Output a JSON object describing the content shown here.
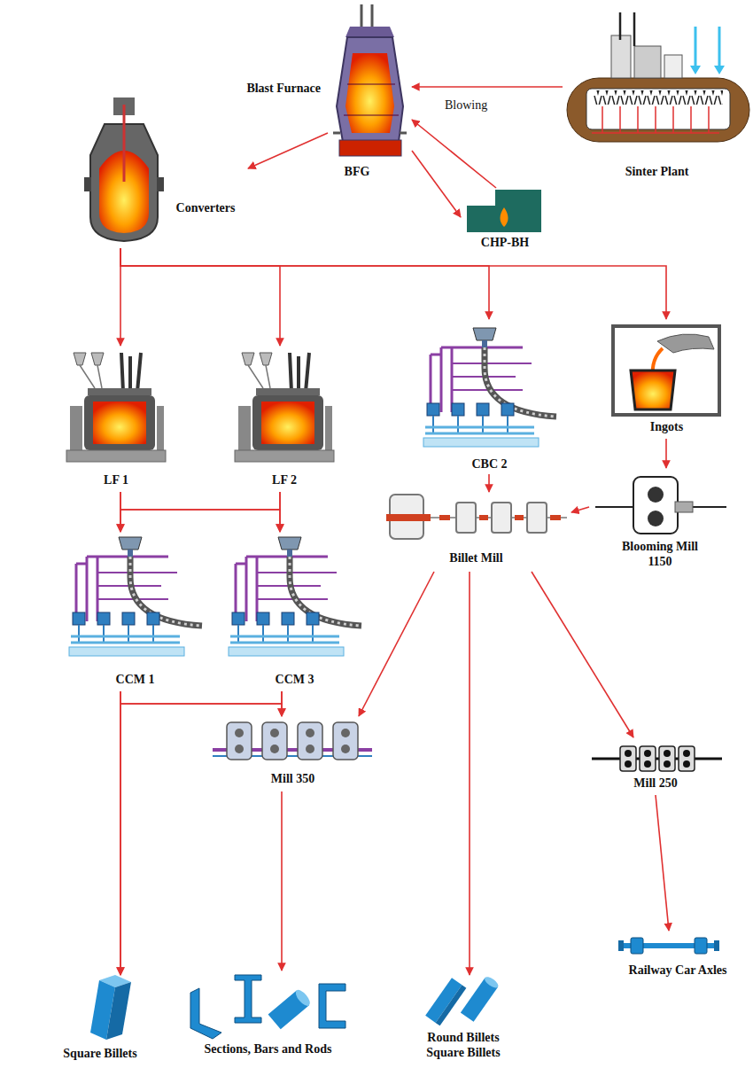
{
  "diagram": {
    "nodes": [
      {
        "text": [
          "Blast Furnace",
          "BFG"
        ]
      },
      {
        "text": [
          "Sinter Plant"
        ]
      },
      {
        "text": [
          "CHP-BH"
        ]
      },
      {
        "text": [
          "Converters"
        ]
      },
      {
        "text": [
          "LF 1"
        ]
      },
      {
        "text": [
          "LF 2"
        ]
      },
      {
        "text": [
          "CBC 2"
        ]
      },
      {
        "text": [
          "Ingots"
        ]
      },
      {
        "text": [
          "Billet Mill"
        ]
      },
      {
        "text": [
          "Blooming Mill 1150"
        ]
      },
      {
        "text": [
          "CCM 1"
        ]
      },
      {
        "text": [
          "CCM 3"
        ]
      },
      {
        "text": [
          "Mill 350"
        ]
      },
      {
        "text": [
          "Mill 250"
        ]
      },
      {
        "text": [
          "Square Billets"
        ]
      },
      {
        "text": [
          "Sections, Bars and Rods"
        ]
      },
      {
        "text": [
          "Round Billets Square Billets"
        ]
      },
      {
        "text": [
          "Railway Car Axles"
        ]
      }
    ],
    "edges": [
      {
        "from": 1,
        "to": 0,
        "arrow": "to"
      },
      {
        "from": 2,
        "to": 0,
        "label": "Blowing",
        "arrow": "to"
      },
      {
        "from": 0,
        "to": 2,
        "arrow": "to"
      },
      {
        "from": 0,
        "to": 3,
        "arrow": "to"
      },
      {
        "from": 3,
        "to": 4,
        "arrow": "to"
      },
      {
        "from": 3,
        "to": 5,
        "arrow": "to"
      },
      {
        "from": 3,
        "to": 6,
        "arrow": "to"
      },
      {
        "from": 3,
        "to": 7,
        "arrow": "to"
      },
      {
        "from": 4,
        "to": 10,
        "arrow": "to"
      },
      {
        "from": 4,
        "to": 11,
        "arrow": "to"
      },
      {
        "from": 5,
        "to": 10,
        "arrow": "to"
      },
      {
        "from": 5,
        "to": 11,
        "arrow": "to"
      },
      {
        "from": 6,
        "to": 8,
        "arrow": "to"
      },
      {
        "from": 7,
        "to": 9,
        "arrow": "to"
      },
      {
        "from": 9,
        "to": 8,
        "arrow": "to"
      },
      {
        "from": 8,
        "to": 12,
        "arrow": "to"
      },
      {
        "from": 8,
        "to": 16,
        "arrow": "to"
      },
      {
        "from": 8,
        "to": 13,
        "arrow": "to"
      },
      {
        "from": 10,
        "to": 14,
        "arrow": "to"
      },
      {
        "from": 10,
        "to": 12,
        "arrow": "to"
      },
      {
        "from": 11,
        "to": 12,
        "arrow": "to"
      },
      {
        "from": 11,
        "to": 14,
        "arrow": "to"
      },
      {
        "from": 12,
        "to": 15,
        "arrow": "to"
      },
      {
        "from": 13,
        "to": 17,
        "arrow": "to"
      }
    ]
  }
}
